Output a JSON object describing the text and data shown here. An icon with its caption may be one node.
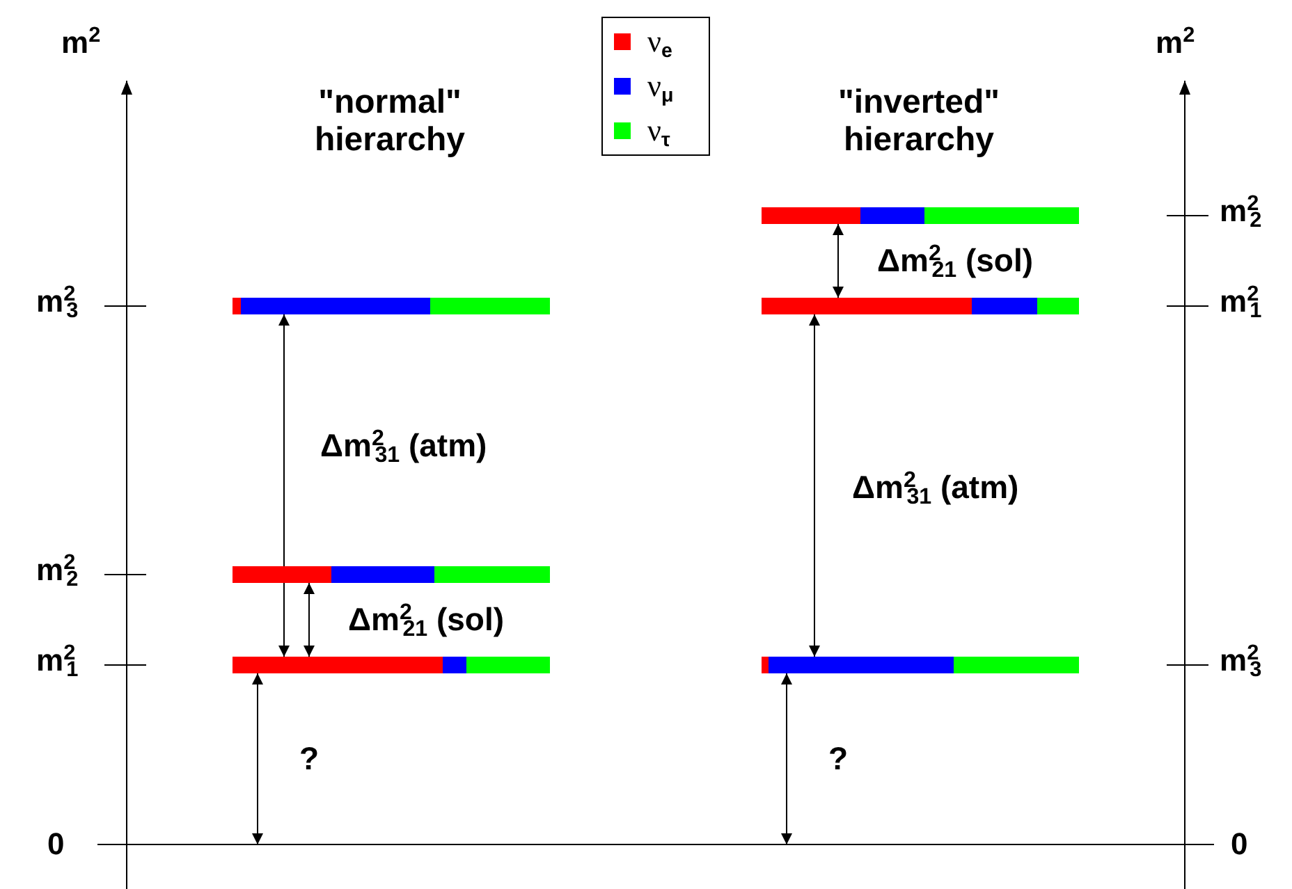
{
  "diagram": {
    "nodes": [
      {
        "text": [],
        "shape": "bar"
      },
      {
        "text": [],
        "shape": "bar"
      },
      {
        "text": [],
        "shape": "bar"
      },
      {
        "text": [],
        "shape": "bar"
      },
      {
        "text": [],
        "shape": "bar"
      },
      {
        "text": [],
        "shape": "bar"
      }
    ],
    "edges": [
      {
        "from": 0,
        "to": 2,
        "arrow": "both",
        "label": "Δm$^{2}$$_{31}$ (atm)"
      },
      {
        "from": 1,
        "to": 2,
        "arrow": "both",
        "label": "Δm$^{2}$$_{21}$ (sol)"
      },
      {
        "from": null,
        "to": 2,
        "arrow": "both",
        "label": "?"
      },
      {
        "from": 3,
        "to": 4,
        "arrow": "both",
        "label": "Δm$^{2}$$_{21}$ (sol)"
      },
      {
        "from": 4,
        "to": 5,
        "arrow": "both",
        "label": "Δm$^{2}$$_{31}$ (atm)"
      },
      {
        "from": null,
        "to": 5,
        "arrow": "both",
        "label": "?"
      }
    ],
    "labels": [
      "m$^{2}$",
      "m$^{2}$",
      "\"normal\" hierarchy",
      "\"inverted\" hierarchy",
      "m$^{2}$$_{2}$",
      "m$^{2}$$_{3}$",
      "m$^{2}$$_{1}$",
      "m$^{2}$$_{2}$",
      "m$^{2}$$_{1}$",
      "m$^{2}$$_{3}$",
      "0",
      "0"
    ],
    "legend": [
      {
        "text": "ν$_{e}$",
        "color": "#ff0000"
      },
      {
        "text": "ν$_{μ}$",
        "color": "#0000ff"
      },
      {
        "text": "ν$_{τ}$",
        "color": "#00ff00"
      }
    ]
  }
}
